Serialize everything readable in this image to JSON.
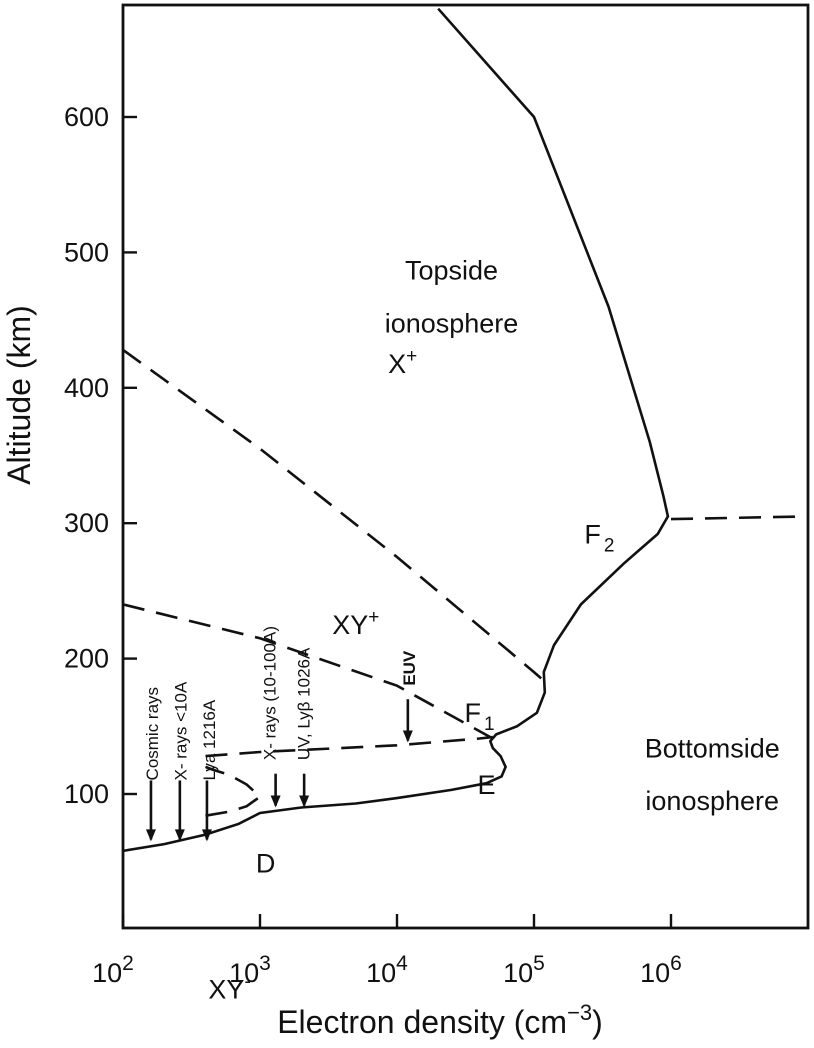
{
  "chart_data": {
    "type": "line",
    "title": "",
    "xlabel": "Electron density (cm",
    "xlabel_sup": "−3",
    "xlabel_close": ")",
    "ylabel": "Altitude (km)",
    "x_scale": "log",
    "xlim": [
      100,
      10000000
    ],
    "ylim": [
      0,
      680
    ],
    "x_ticks": [
      {
        "value": 100,
        "base": "10",
        "exp": "2"
      },
      {
        "value": 1000,
        "base": "10",
        "exp": "3"
      },
      {
        "value": 10000,
        "base": "10",
        "exp": "4"
      },
      {
        "value": 100000,
        "base": "10",
        "exp": "5"
      },
      {
        "value": 1000000,
        "base": "10",
        "exp": "6"
      }
    ],
    "y_ticks": [
      100,
      200,
      300,
      400,
      500,
      600
    ],
    "grid": false,
    "series": [
      {
        "style": "solid",
        "points": [
          [
            100,
            58
          ],
          [
            200,
            63
          ],
          [
            400,
            70
          ],
          [
            700,
            78
          ],
          [
            1000,
            86
          ],
          [
            2000,
            90
          ],
          [
            5000,
            93
          ],
          [
            10000,
            97
          ],
          [
            25000,
            103
          ],
          [
            45000,
            108
          ],
          [
            58000,
            113
          ],
          [
            62000,
            120
          ],
          [
            57000,
            128
          ],
          [
            50000,
            134
          ],
          [
            48000,
            139
          ],
          [
            53000,
            144
          ],
          [
            75000,
            150
          ],
          [
            105000,
            160
          ],
          [
            120000,
            175
          ],
          [
            118000,
            190
          ],
          [
            140000,
            210
          ],
          [
            220000,
            240
          ],
          [
            450000,
            270
          ],
          [
            800000,
            292
          ],
          [
            950000,
            305
          ],
          [
            880000,
            320
          ],
          [
            700000,
            360
          ],
          [
            350000,
            460
          ],
          [
            100000,
            600
          ],
          [
            20000,
            680
          ]
        ]
      },
      {
        "style": "dashed",
        "points": [
          [
            400,
            84
          ],
          [
            600,
            87
          ],
          [
            800,
            91
          ],
          [
            1000,
            98
          ],
          [
            800,
            107
          ],
          [
            600,
            114
          ],
          [
            450,
            118
          ],
          [
            400,
            120
          ]
        ]
      },
      {
        "style": "dashed",
        "points": [
          [
            400,
            128
          ],
          [
            1000,
            131
          ],
          [
            10000,
            136
          ],
          [
            40000,
            141
          ],
          [
            50000,
            142
          ]
        ]
      },
      {
        "style": "dashed",
        "points": [
          [
            100,
            240
          ],
          [
            1000,
            215
          ],
          [
            10000,
            180
          ],
          [
            50000,
            141
          ]
        ]
      },
      {
        "style": "dashed",
        "points": [
          [
            100,
            428
          ],
          [
            1000,
            355
          ],
          [
            10000,
            275
          ],
          [
            100000,
            190
          ],
          [
            120000,
            183
          ]
        ]
      },
      {
        "style": "dashed",
        "points": [
          [
            1000000,
            303
          ],
          [
            10000000,
            305
          ]
        ]
      }
    ],
    "arrows": [
      {
        "x": 160,
        "y_from": 110,
        "y_to": 65
      },
      {
        "x": 260,
        "y_from": 110,
        "y_to": 65
      },
      {
        "x": 410,
        "y_from": 110,
        "y_to": 65
      },
      {
        "x": 1300,
        "y_from": 115,
        "y_to": 90
      },
      {
        "x": 2100,
        "y_from": 115,
        "y_to": 90
      },
      {
        "x": 12000,
        "y_from": 170,
        "y_to": 138
      }
    ],
    "annotations": [
      {
        "text": "Topside",
        "x": 25000,
        "y": 480,
        "kind": "region"
      },
      {
        "text": "ionosphere",
        "x": 25000,
        "y": 441,
        "kind": "region"
      },
      {
        "text": "Bottomside",
        "x": 2000000,
        "y": 127,
        "kind": "region"
      },
      {
        "text": "ionosphere",
        "x": 2000000,
        "y": 88,
        "kind": "region"
      },
      {
        "text": "D",
        "x": 1100,
        "y": 42,
        "kind": "layer"
      },
      {
        "text": "E",
        "x": 45000,
        "y": 100,
        "kind": "layer"
      },
      {
        "text": "XY",
        "x": 600,
        "y": -51,
        "kind": "ion",
        "sup": "-"
      },
      {
        "text": "XY",
        "x": 5000,
        "y": 218,
        "kind": "ion",
        "sup": "+"
      },
      {
        "text": "X",
        "x": 11000,
        "y": 411,
        "kind": "ion",
        "sup": "+"
      },
      {
        "text": "F",
        "x": 40000,
        "y": 153,
        "kind": "layer",
        "sub": "1"
      },
      {
        "text": "F",
        "x": 300000,
        "y": 285,
        "kind": "layer",
        "sub": "2"
      },
      {
        "text": "Cosmic rays",
        "x": 180,
        "y": 110,
        "kind": "vertical"
      },
      {
        "text": "X- rays <10A",
        "x": 290,
        "y": 110,
        "kind": "vertical"
      },
      {
        "text": "Lya 1216A",
        "x": 470,
        "y": 110,
        "kind": "vertical"
      },
      {
        "text": "X- rays (10-100A)",
        "x": 1300,
        "y": 125,
        "kind": "vertical"
      },
      {
        "text": "UV,  Lyβ  1026A",
        "x": 2300,
        "y": 125,
        "kind": "vertical"
      },
      {
        "text": "EUV",
        "x": 13500,
        "y": 180,
        "kind": "vertical-bold"
      }
    ]
  }
}
